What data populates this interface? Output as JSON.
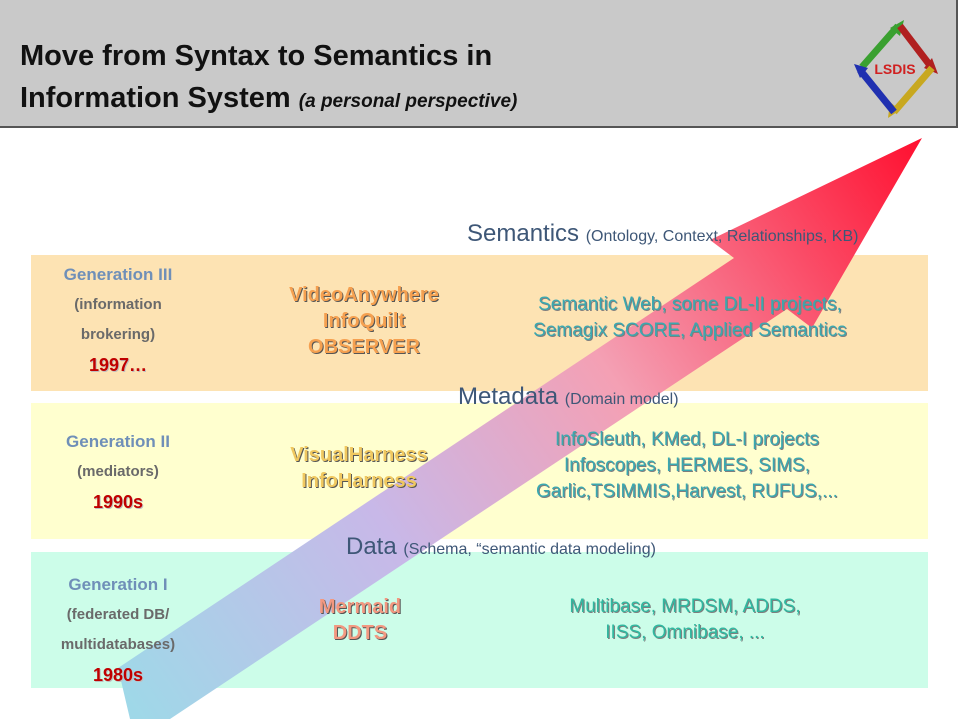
{
  "header": {
    "title_line1": "Move from Syntax to Semantics in",
    "title_line2": "Information System",
    "title_subtitle": "(a personal perspective)",
    "logo_text": "LSDIS"
  },
  "levels": [
    {
      "name": "Semantics",
      "detail": "(Ontology, Context, Relationships, KB)"
    },
    {
      "name": "Metadata",
      "detail": "(Domain model)"
    },
    {
      "name": "Data",
      "detail": "(Schema, “semantic data modeling)"
    }
  ],
  "generations": [
    {
      "name": "Generation III",
      "desc_line1": "(information",
      "desc_line2": "brokering)",
      "year": "1997…",
      "projects": [
        "VideoAnywhere",
        "InfoQuilt",
        "OBSERVER"
      ],
      "related": [
        "Semantic Web, some DL-II projects,",
        "Semagix SCORE, Applied Semantics"
      ]
    },
    {
      "name": "Generation II",
      "desc_line1": "(mediators)",
      "year": "1990s",
      "projects": [
        "VisualHarness",
        "InfoHarness"
      ],
      "related": [
        "InfoSleuth, KMed, DL-I projects",
        "Infoscopes, HERMES, SIMS,",
        "Garlic,TSIMMIS,Harvest, RUFUS,..."
      ]
    },
    {
      "name": "Generation I",
      "desc_line1": "(federated DB/",
      "desc_line2": "multidatabases)",
      "year": "1980s",
      "projects": [
        "Mermaid",
        "DDTS"
      ],
      "related": [
        "Multibase, MRDSM, ADDS,",
        "IISS, Omnibase, ..."
      ]
    }
  ],
  "colors": {
    "gen3_band": "#fde3b3",
    "gen2_band": "#ffffcf",
    "gen1_band": "#ccfde9",
    "arrow_start": "#9fd8e8",
    "arrow_end": "#ff1030",
    "year_red": "#c00000"
  }
}
